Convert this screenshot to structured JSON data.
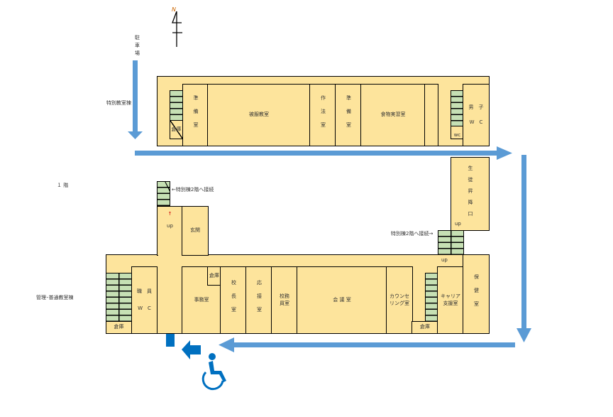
{
  "labels": {
    "floor": "１ 階",
    "special_wing": "特別教室棟",
    "admin_wing": "管理･普通教室棟",
    "parking": "駐車場",
    "north": "N",
    "to_special_2f_a": "←特別棟2階へ接続",
    "to_special_2f_b": "特別棟2階へ接続→"
  },
  "top_rooms": {
    "prep1": "準備室",
    "clothing": "被服教室",
    "manners": "作法室",
    "prep2": "準備室",
    "cooking": "食物実習室",
    "storage": "倉庫",
    "wc_small": "wc",
    "boys_wc_1": "男　子",
    "boys_wc_2": "W　C"
  },
  "entrance": {
    "students": "生徒昇降口",
    "up": "up",
    "up2": "up",
    "up3": "up",
    "arrow": "↑",
    "main": "玄関"
  },
  "bottom_rooms": {
    "storage1": "倉庫",
    "staff_wc_1": "職　員",
    "staff_wc_2": "W　C",
    "office": "事務室",
    "storage2": "倉庫",
    "principal": "校長室",
    "reception": "応接室",
    "custodian": "校務員室",
    "meeting": "会 議 室",
    "counseling": "カウンセリング室",
    "storage3": "倉庫",
    "career": "キャリア支援室",
    "nurse": "保健室"
  },
  "colors": {
    "room": "#fde49c",
    "stairs": "#c6e0b4",
    "route": "#5b9bd5",
    "access": "#0070c0"
  }
}
